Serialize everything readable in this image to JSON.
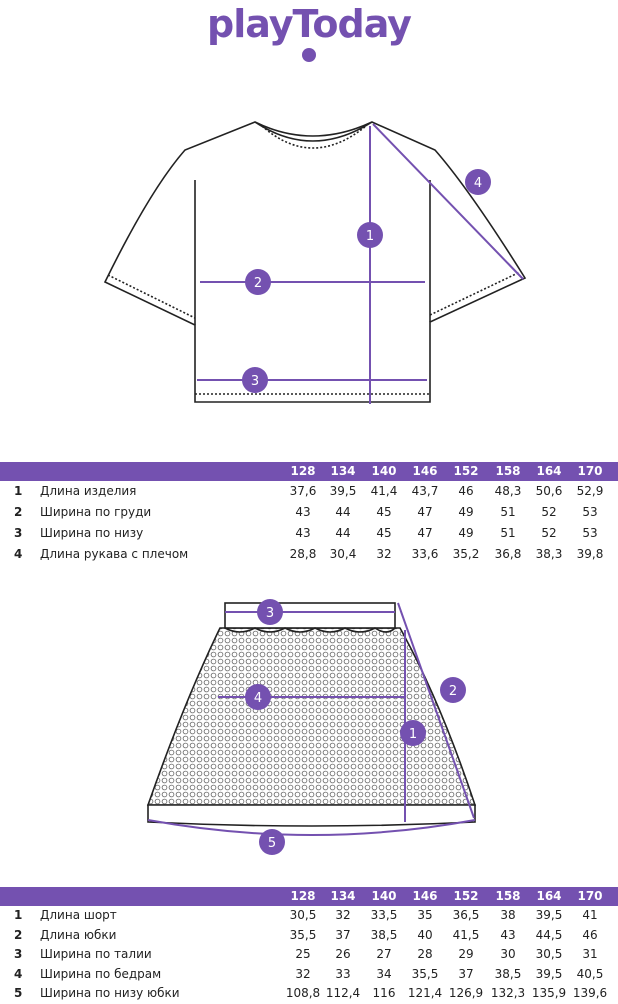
{
  "brand": {
    "logo_text": "playToday",
    "accent": "#7451b0"
  },
  "top_drawing": {
    "markers": [
      "1",
      "2",
      "3",
      "4"
    ]
  },
  "skirt_drawing": {
    "markers": [
      "1",
      "2",
      "3",
      "4",
      "5"
    ]
  },
  "sizes": [
    "128",
    "134",
    "140",
    "146",
    "152",
    "158",
    "164",
    "170"
  ],
  "top_table": {
    "rows": [
      {
        "num": "1",
        "label": "Длина изделия",
        "values": [
          "37,6",
          "39,5",
          "41,4",
          "43,7",
          "46",
          "48,3",
          "50,6",
          "52,9"
        ]
      },
      {
        "num": "2",
        "label": "Ширина по груди",
        "values": [
          "43",
          "44",
          "45",
          "47",
          "49",
          "51",
          "52",
          "53"
        ]
      },
      {
        "num": "3",
        "label": "Ширина по низу",
        "values": [
          "43",
          "44",
          "45",
          "47",
          "49",
          "51",
          "52",
          "53"
        ]
      },
      {
        "num": "4",
        "label": "Длина рукава с плечом",
        "values": [
          "28,8",
          "30,4",
          "32",
          "33,6",
          "35,2",
          "36,8",
          "38,3",
          "39,8"
        ]
      }
    ]
  },
  "skirt_table": {
    "rows": [
      {
        "num": "1",
        "label": "Длина шорт",
        "values": [
          "30,5",
          "32",
          "33,5",
          "35",
          "36,5",
          "38",
          "39,5",
          "41"
        ]
      },
      {
        "num": "2",
        "label": "Длина юбки",
        "values": [
          "35,5",
          "37",
          "38,5",
          "40",
          "41,5",
          "43",
          "44,5",
          "46"
        ]
      },
      {
        "num": "3",
        "label": "Ширина по талии",
        "values": [
          "25",
          "26",
          "27",
          "28",
          "29",
          "30",
          "30,5",
          "31"
        ]
      },
      {
        "num": "4",
        "label": "Ширина по бедрам",
        "values": [
          "32",
          "33",
          "34",
          "35,5",
          "37",
          "38,5",
          "39,5",
          "40,5"
        ]
      },
      {
        "num": "5",
        "label": "Ширина по низу юбки",
        "values": [
          "108,8",
          "112,4",
          "116",
          "121,4",
          "126,9",
          "132,3",
          "135,9",
          "139,6"
        ]
      }
    ]
  }
}
